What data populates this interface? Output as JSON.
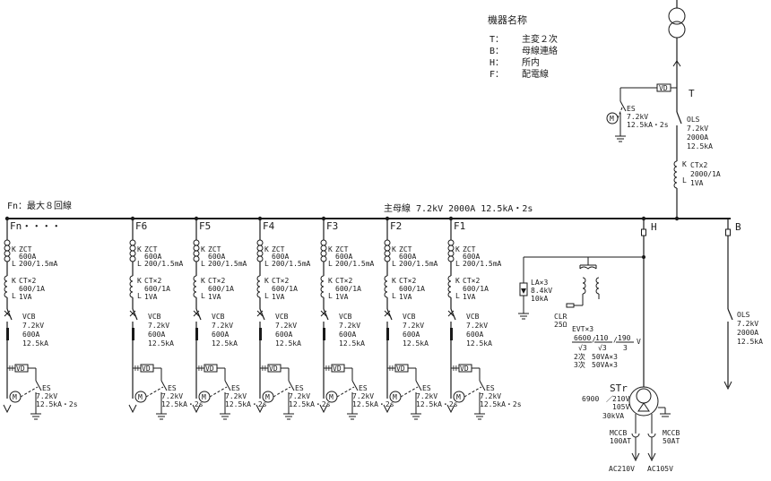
{
  "legend": {
    "title": "機器名称",
    "items": [
      {
        "code": "T：",
        "name": "主変２次"
      },
      {
        "code": "B：",
        "name": "母線連絡"
      },
      {
        "code": "H：",
        "name": "所内"
      },
      {
        "code": "F：",
        "name": "配電線"
      }
    ]
  },
  "bus": {
    "label": "主母線 7.2kV 2000A 12.5kA・2s",
    "fn_note": "Fn：最大８回線"
  },
  "incomer": {
    "tag": "T",
    "vd": "VD",
    "es": [
      "ES",
      "7.2kV",
      "12.5kA・2s"
    ],
    "ols": [
      "OLS",
      "7.2kV",
      "2000A",
      "12.5kA"
    ],
    "ct": [
      "CTx2",
      "2000/1A",
      "1VA"
    ],
    "k": "K",
    "l": "L",
    "motor": "M"
  },
  "feeders": [
    {
      "tag": "Fn・・・・"
    },
    {
      "tag": "F6"
    },
    {
      "tag": "F5"
    },
    {
      "tag": "F4"
    },
    {
      "tag": "F3"
    },
    {
      "tag": "F2"
    },
    {
      "tag": "F1"
    }
  ],
  "feeder_common": {
    "k": "K",
    "l": "L",
    "zct": [
      "ZCT",
      "600A",
      "200/1.5mA"
    ],
    "ct": [
      "CT×2",
      "600/1A",
      "1VA"
    ],
    "vcb": [
      "VCB",
      "7.2kV",
      "600A",
      "12.5kA"
    ],
    "vd": "VD",
    "h": "H",
    "es": [
      "ES",
      "7.2kV",
      "12.5kA・2s"
    ],
    "motor": "M"
  },
  "house": {
    "tag": "H",
    "la": [
      "LA×3",
      "8.4kV",
      "10kA"
    ],
    "clr": [
      "CLR",
      "25Ω"
    ],
    "evt_title": "EVT×3",
    "evt_num": [
      "6600",
      "110",
      "190"
    ],
    "evt_den": [
      "√3",
      "√3",
      "3"
    ],
    "evt_unit": "V",
    "evt_rows": [
      [
        "2次",
        "50VA×3"
      ],
      [
        "3次",
        "50VA×3"
      ]
    ],
    "str_name": "STr",
    "str_rating": [
      "6900",
      "210V",
      "105V",
      "30kVA"
    ],
    "str_sep": "／",
    "mccb1": [
      "MCCB",
      "100AT"
    ],
    "mccb2": [
      "MCCB",
      "50AT"
    ],
    "out1": "AC210V",
    "out2": "AC105V"
  },
  "tie": {
    "tag": "B",
    "ols": [
      "OLS",
      "7.2kV",
      "2000A",
      "12.5kA"
    ]
  }
}
